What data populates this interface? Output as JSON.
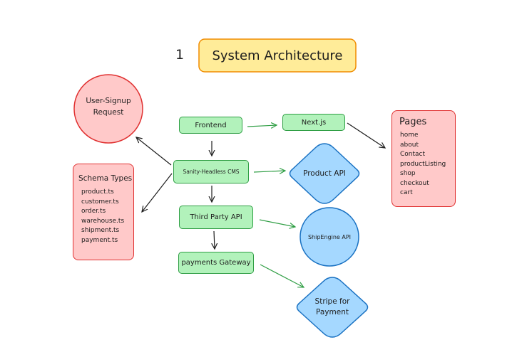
{
  "diagram": {
    "number": "1",
    "title": "System Architecture",
    "nodes": {
      "user_signup": {
        "label": "User-Signup\nRequest",
        "line1": "User-Signup",
        "line2": "Request"
      },
      "frontend": {
        "label": "Frontend"
      },
      "nextjs": {
        "label": "Next.js"
      },
      "pages": {
        "title": "Pages",
        "items": [
          "home",
          "about",
          "Contact",
          "productListing",
          "shop",
          "checkout",
          "cart"
        ]
      },
      "sanity": {
        "label": "Sanity-Headless CMS"
      },
      "product_api": {
        "label": "Product API"
      },
      "schema_types": {
        "title": "Schema Types",
        "items": [
          "product.ts",
          "customer.ts",
          "order.ts",
          "warehouse.ts",
          "shipment.ts",
          "payment.ts"
        ]
      },
      "third_party_api": {
        "label": "Third Party API"
      },
      "shipengine_api": {
        "label": "ShipEngine API"
      },
      "payments_gateway": {
        "label": "payments Gateway"
      },
      "stripe": {
        "label": "Stripe for\nPayment",
        "line1": "Stripe for",
        "line2": "Payment"
      }
    },
    "edges": [
      {
        "from": "sanity",
        "to": "user_signup"
      },
      {
        "from": "sanity",
        "to": "schema_types"
      },
      {
        "from": "frontend",
        "to": "sanity"
      },
      {
        "from": "sanity",
        "to": "third_party_api"
      },
      {
        "from": "third_party_api",
        "to": "payments_gateway"
      },
      {
        "from": "frontend",
        "to": "nextjs"
      },
      {
        "from": "nextjs",
        "to": "pages"
      },
      {
        "from": "sanity",
        "to": "product_api"
      },
      {
        "from": "third_party_api",
        "to": "shipengine_api"
      },
      {
        "from": "payments_gateway",
        "to": "stripe"
      }
    ]
  },
  "colors": {
    "title_fill": "#ffec99",
    "title_stroke": "#f08c00",
    "green_fill": "#b2f2bb",
    "green_stroke": "#2f9e44",
    "red_fill": "#ffc9c9",
    "red_stroke": "#e03131",
    "blue_fill": "#a5d8ff",
    "blue_stroke": "#1971c2",
    "dark_arrow": "#1e1e1e",
    "green_arrow": "#2f9e44"
  }
}
